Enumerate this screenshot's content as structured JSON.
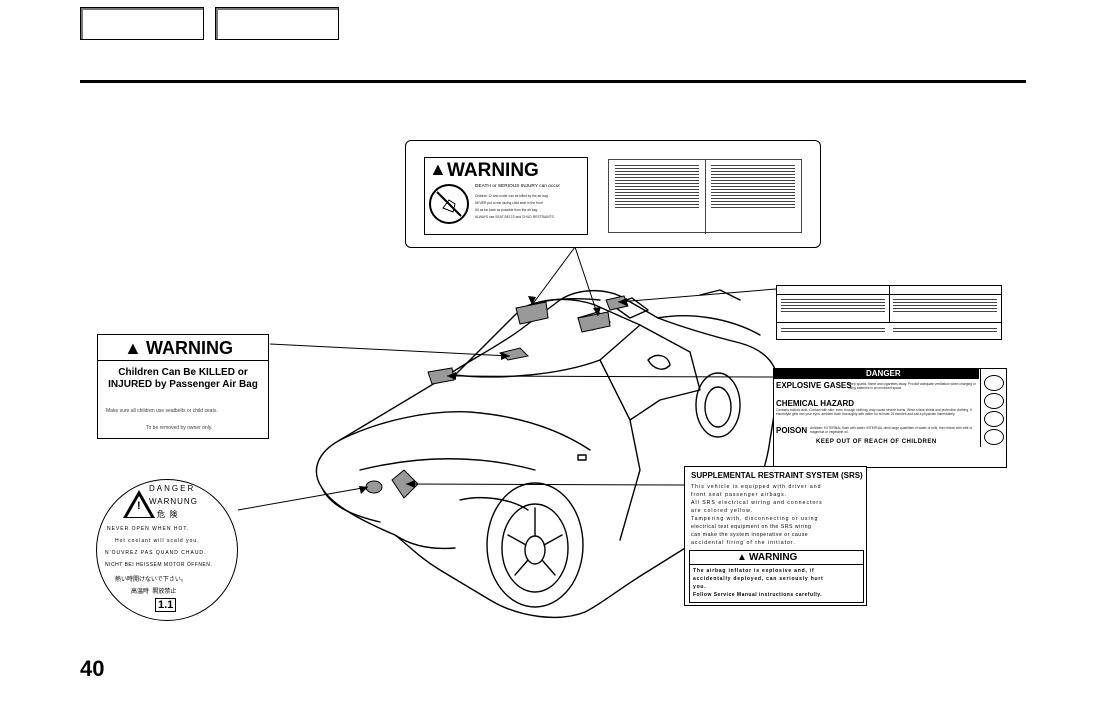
{
  "header": {
    "tabs": [
      "",
      ""
    ]
  },
  "page_number": "40",
  "airbag_label": {
    "title": "WARNING",
    "line1": "DEATH or SERIOUS INJURY can occur",
    "bullets": [
      "Children 12 and under can be killed by the air bag",
      "NEVER put a rear-facing child seat in the front",
      "Sit as far back as possible from the air bag",
      "ALWAYS use SEAT BELTS and CHILD RESTRAINTS"
    ]
  },
  "passenger_label": {
    "title": "WARNING",
    "line1": "Children Can Be KILLED or",
    "line2": "INJURED by Passenger Air Bag",
    "note": "Make sure all children use seatbelts or child seats.",
    "removed": "To be removed by owner only."
  },
  "battery_label": {
    "title": "DANGER",
    "explosive_head": "EXPLOSIVE GASES",
    "explosive_text": "Keep sparks, flame and cigarettes away. Provide adequate ventilation when charging or using batteries in an enclosed space.",
    "chemical_head": "CHEMICAL HAZARD",
    "chemical_text": "Contains sulfuric acid. Contact with skin, even through clothing, may cause severe burns. Wear a face shield and protective clothing. If electrolyte gets into your eyes, ambient flush thoroughly with water for at least 15 minutes and call a physician immediately.",
    "poison_head": "POISON",
    "poison_text": "Antidote: EXTERNAL flush with water. INTERNAL drink large quantities of water or milk, then follow with milk of magnesia or vegetable oil.",
    "footer": "KEEP OUT OF REACH OF CHILDREN"
  },
  "radiator_cap": {
    "danger": "DANGER",
    "warnung": "WARNUNG",
    "kiken": "危  険",
    "lines": [
      "NEVER OPEN WHEN HOT.",
      "Hot coolant will scald you.",
      "N'OUVREZ PAS QUAND CHAUD.",
      "NICHT BEI HEISSEM MOTOR ÖFFNEN.",
      "熱い時開けないで下さい。",
      "高温時  開放禁止"
    ],
    "rating": "1.1"
  },
  "srs_label": {
    "title": "SUPPLEMENTAL RESTRAINT SYSTEM (SRS)",
    "body": [
      "This vehicle is equipped with driver and",
      "front seat passenger airbags.",
      "All SRS electrical wiring and connectors",
      "are colored yellow.",
      "Tampering with, disconnecting or using",
      "electrical test equipment on the SRS wiring",
      "can make the system inoperative or cause",
      "accidental firing of the initiator."
    ],
    "warning_title": "WARNING",
    "warning_body": [
      "The airbag inflator is explosive and, if",
      "accidentally deployed, can seriously hurt",
      "you.",
      "Follow Service Manual instructions carefully."
    ]
  }
}
